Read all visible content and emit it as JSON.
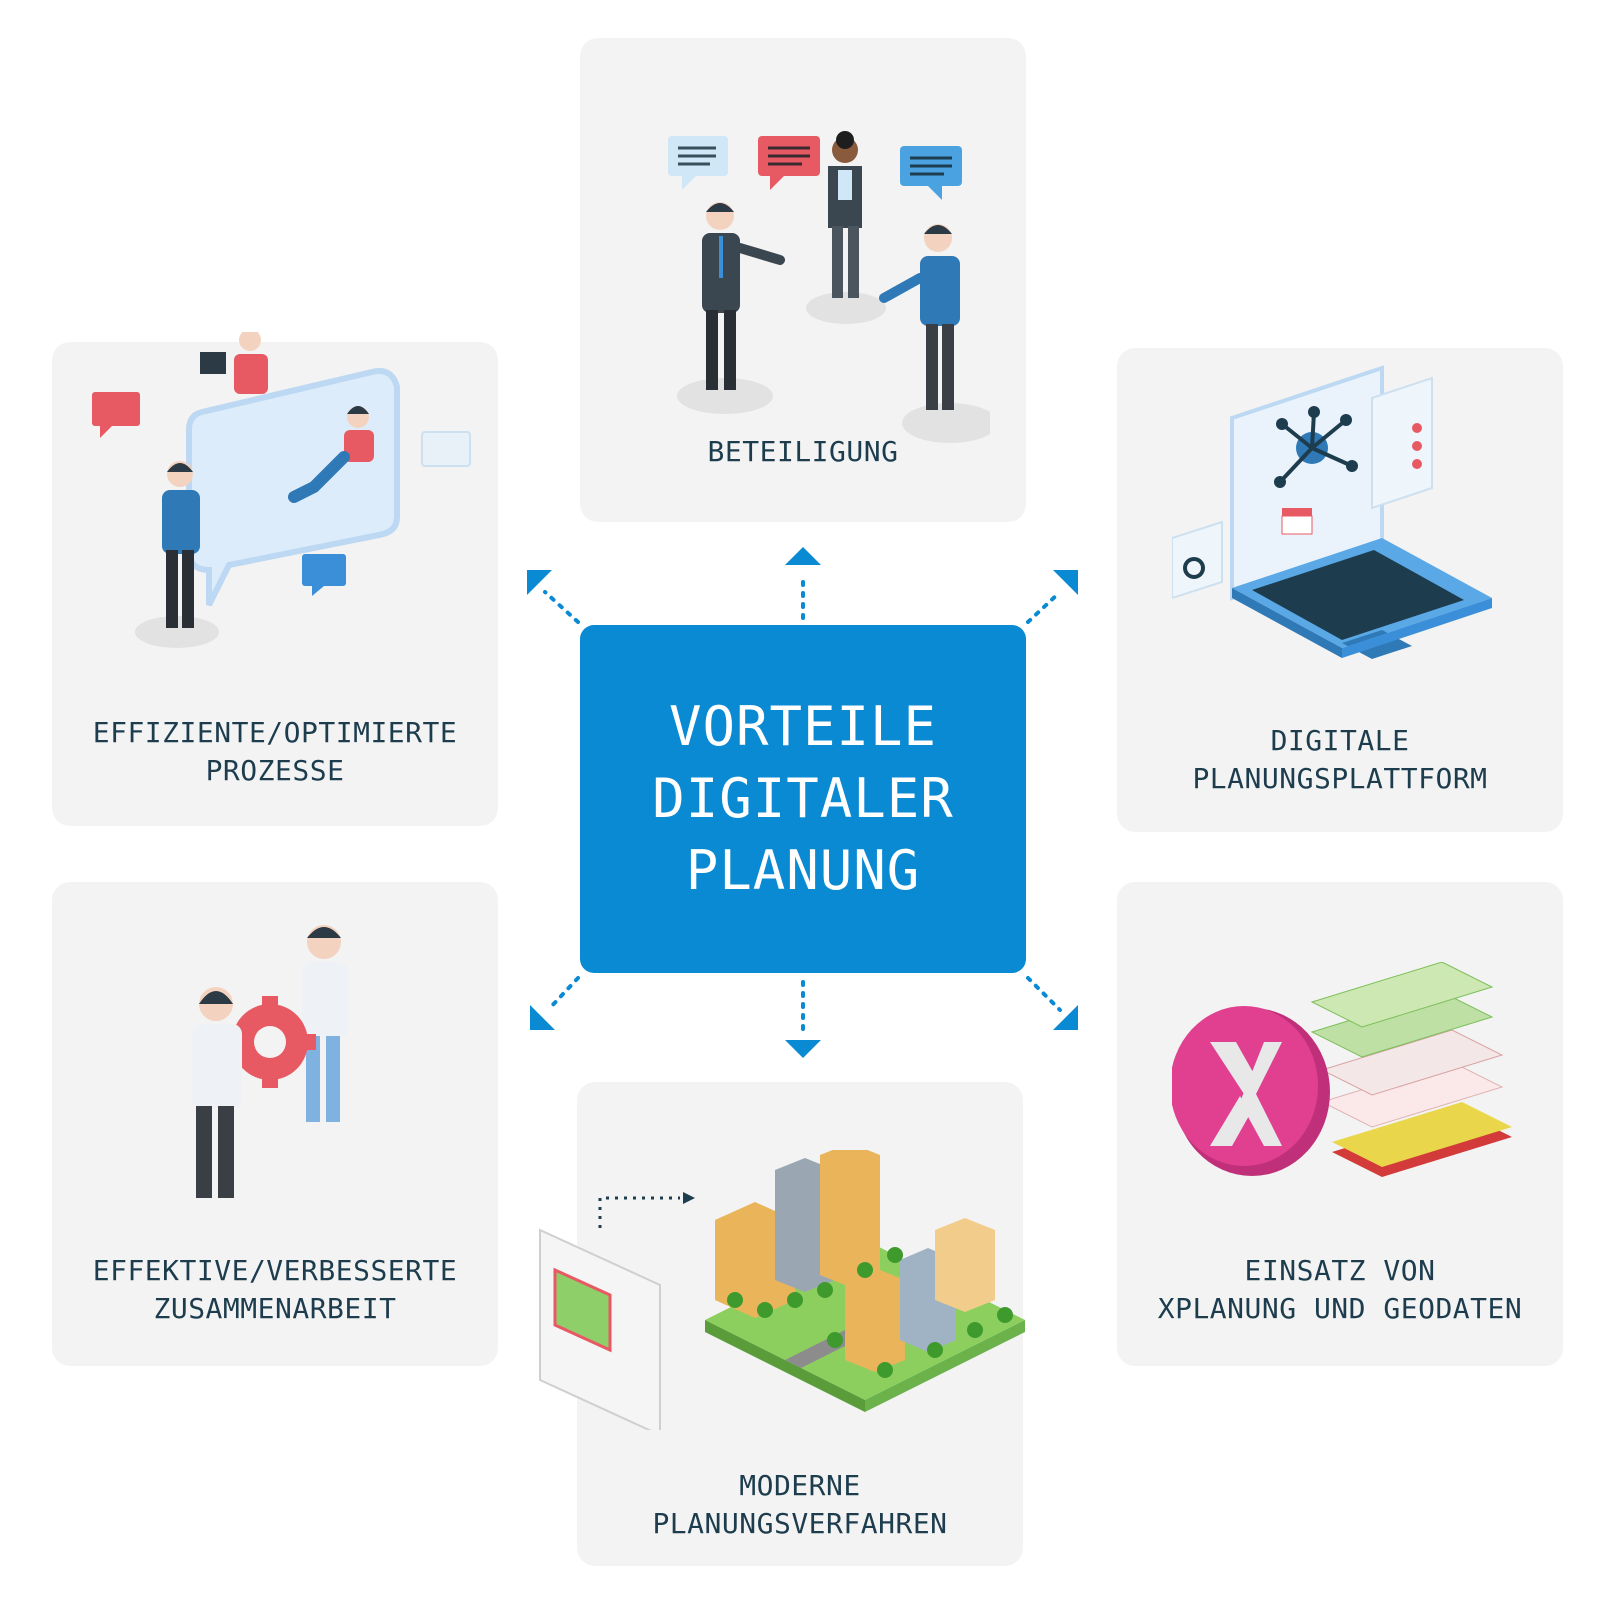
{
  "center": {
    "lines": [
      "VORTEILE",
      "DIGITALER",
      "PLANUNG"
    ]
  },
  "cards": {
    "beteiligung": {
      "lines": [
        "BETEILIGUNG"
      ]
    },
    "prozesse": {
      "lines": [
        "EFFIZIENTE/OPTIMIERTE",
        "PROZESSE"
      ]
    },
    "plattform": {
      "lines": [
        "DIGITALE",
        "PLANUNGSPLATTFORM"
      ]
    },
    "zusammenarbeit": {
      "lines": [
        "EFFEKTIVE/VERBESSERTE",
        "ZUSAMMENARBEIT"
      ]
    },
    "geodaten": {
      "lines": [
        "EINSATZ VON",
        "XPLANUNG UND GEODATEN"
      ]
    },
    "verfahren": {
      "lines": [
        "MODERNE",
        "PLANUNGSVERFAHREN"
      ]
    }
  },
  "colors": {
    "center_fill": "#0a8ad3",
    "card_fill": "#f3f3f3",
    "label_text": "#1d3d4e",
    "arrow": "#0a8ad3",
    "accent_red": "#e85a63",
    "accent_blue": "#3a8fd8",
    "accent_pink": "#e0408f"
  },
  "icons": {
    "beteiligung": "people-talking-illustration",
    "prozesse": "chat-bubble-people-illustration",
    "plattform": "laptop-network-illustration",
    "zusammenarbeit": "people-holding-gear-illustration",
    "geodaten": "xplanung-map-layers-illustration",
    "verfahren": "city-blocks-illustration"
  }
}
